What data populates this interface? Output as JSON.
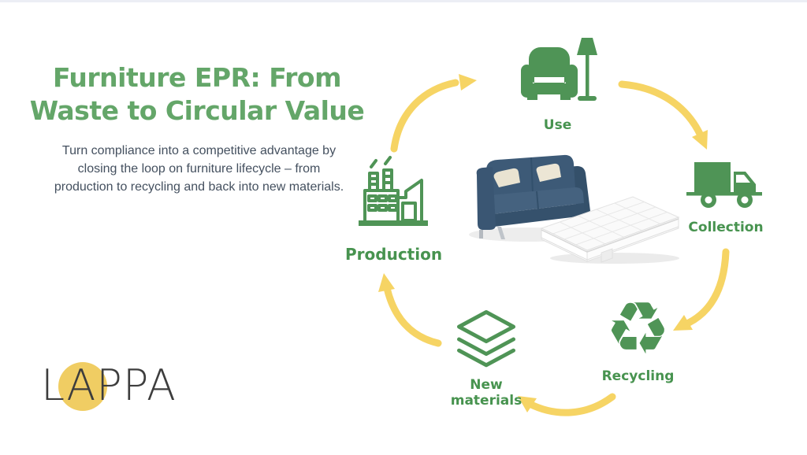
{
  "slide": {
    "title_line1": "Furniture EPR: From",
    "title_line2": "Waste to Circular Value",
    "subtitle": "Turn compliance into a competitive advantage by closing the loop on furniture lifecycle – from production to recycling and back into new materials."
  },
  "cycle": {
    "stages": [
      {
        "id": "use",
        "label": "Use",
        "icon": "armchair-lamp-icon"
      },
      {
        "id": "collection",
        "label": "Collection",
        "icon": "delivery-truck-icon"
      },
      {
        "id": "recycling",
        "label": "Recycling",
        "icon": "recycling-symbol-icon"
      },
      {
        "id": "new_materials",
        "label": "New materials",
        "icon": "layers-stack-icon"
      },
      {
        "id": "production",
        "label": "Production",
        "icon": "factory-icon"
      }
    ],
    "recycle_glyph": "♻",
    "arrows": [
      "production-to-use",
      "use-to-collection",
      "collection-to-recycling",
      "recycling-to-new-materials",
      "new-materials-to-production"
    ],
    "center_image": "sofa-and-mattress-photo"
  },
  "logo": {
    "text": "LAPPA"
  },
  "colors": {
    "title_green": "#64a669",
    "label_green": "#47934f",
    "icon_green": "#4f9456",
    "arrow_yellow": "#f6d464",
    "logo_yellow": "#f0cd63",
    "body_text": "#44505f",
    "logo_text": "#3d3d3d"
  }
}
